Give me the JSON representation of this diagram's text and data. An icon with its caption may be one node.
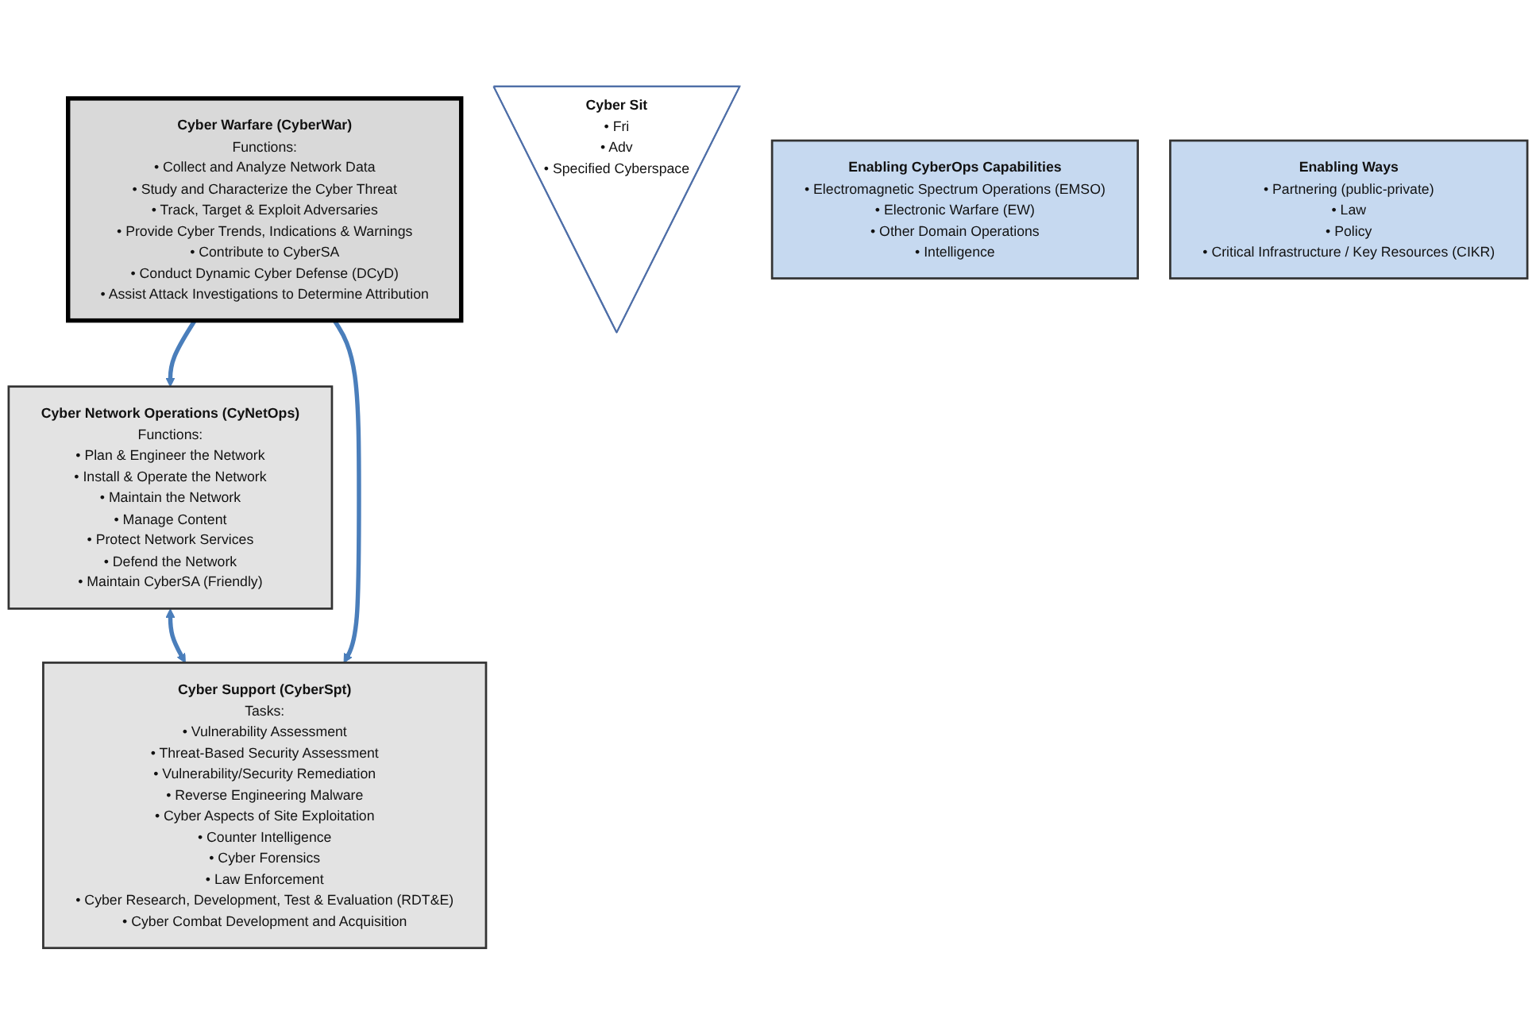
{
  "diagram": {
    "nodes": [
      {
        "text": [
          "Cyber Warfare (CyberWar)",
          "Functions:",
          "• Collect and Analyze Network Data",
          "• Study and Characterize the Cyber Threat",
          "• Track, Target & Exploit Adversaries",
          "• Provide Cyber Trends, Indications & Warnings",
          "• Contribute to CyberSA",
          "• Conduct Dynamic Cyber Defense (DCyD)",
          "• Assist Attack Investigations to Determine Attribution"
        ]
      },
      {
        "text": [
          "Cyber Network Operations (CyNetOps)",
          "Functions:",
          "• Plan & Engineer the Network",
          "• Install & Operate the Network",
          "• Maintain the Network",
          "• Manage Content",
          "• Protect Network Services",
          "• Defend the Network",
          "• Maintain CyberSA (Friendly)"
        ]
      },
      {
        "text": [
          "Cyber Sit",
          "• Fri",
          "• Adv",
          "• Specified Cyberspace"
        ]
      },
      {
        "text": [
          "Enabling CyberOps Capabilities",
          "• Electromagnetic Spectrum Operations (EMSO)",
          "• Electronic Warfare (EW)",
          "• Other Domain Operations",
          "• Intelligence"
        ]
      },
      {
        "text": [
          "Cyber Support (CyberSpt)",
          "Tasks:",
          "• Vulnerability Assessment",
          "• Threat-Based Security Assessment",
          "• Vulnerability/Security Remediation",
          "• Reverse Engineering Malware",
          "• Cyber Aspects of Site Exploitation",
          "• Counter Intelligence",
          "• Cyber Forensics",
          "• Law Enforcement",
          "• Cyber Research, Development, Test & Evaluation (RDT&E)",
          "• Cyber Combat Development and Acquisition"
        ]
      },
      {
        "text": [
          "Enabling Ways",
          "• Partnering (public-private)",
          "• Law",
          "• Policy",
          "• Critical Infrastructure / Key Resources (CIKR)"
        ]
      }
    ],
    "edges": [
      {
        "from": 0,
        "to": 1,
        "arrow": "to"
      },
      {
        "from": 1,
        "to": 4,
        "arrow": "both"
      },
      {
        "from": 0,
        "to": 4,
        "arrow": "to"
      }
    ]
  }
}
